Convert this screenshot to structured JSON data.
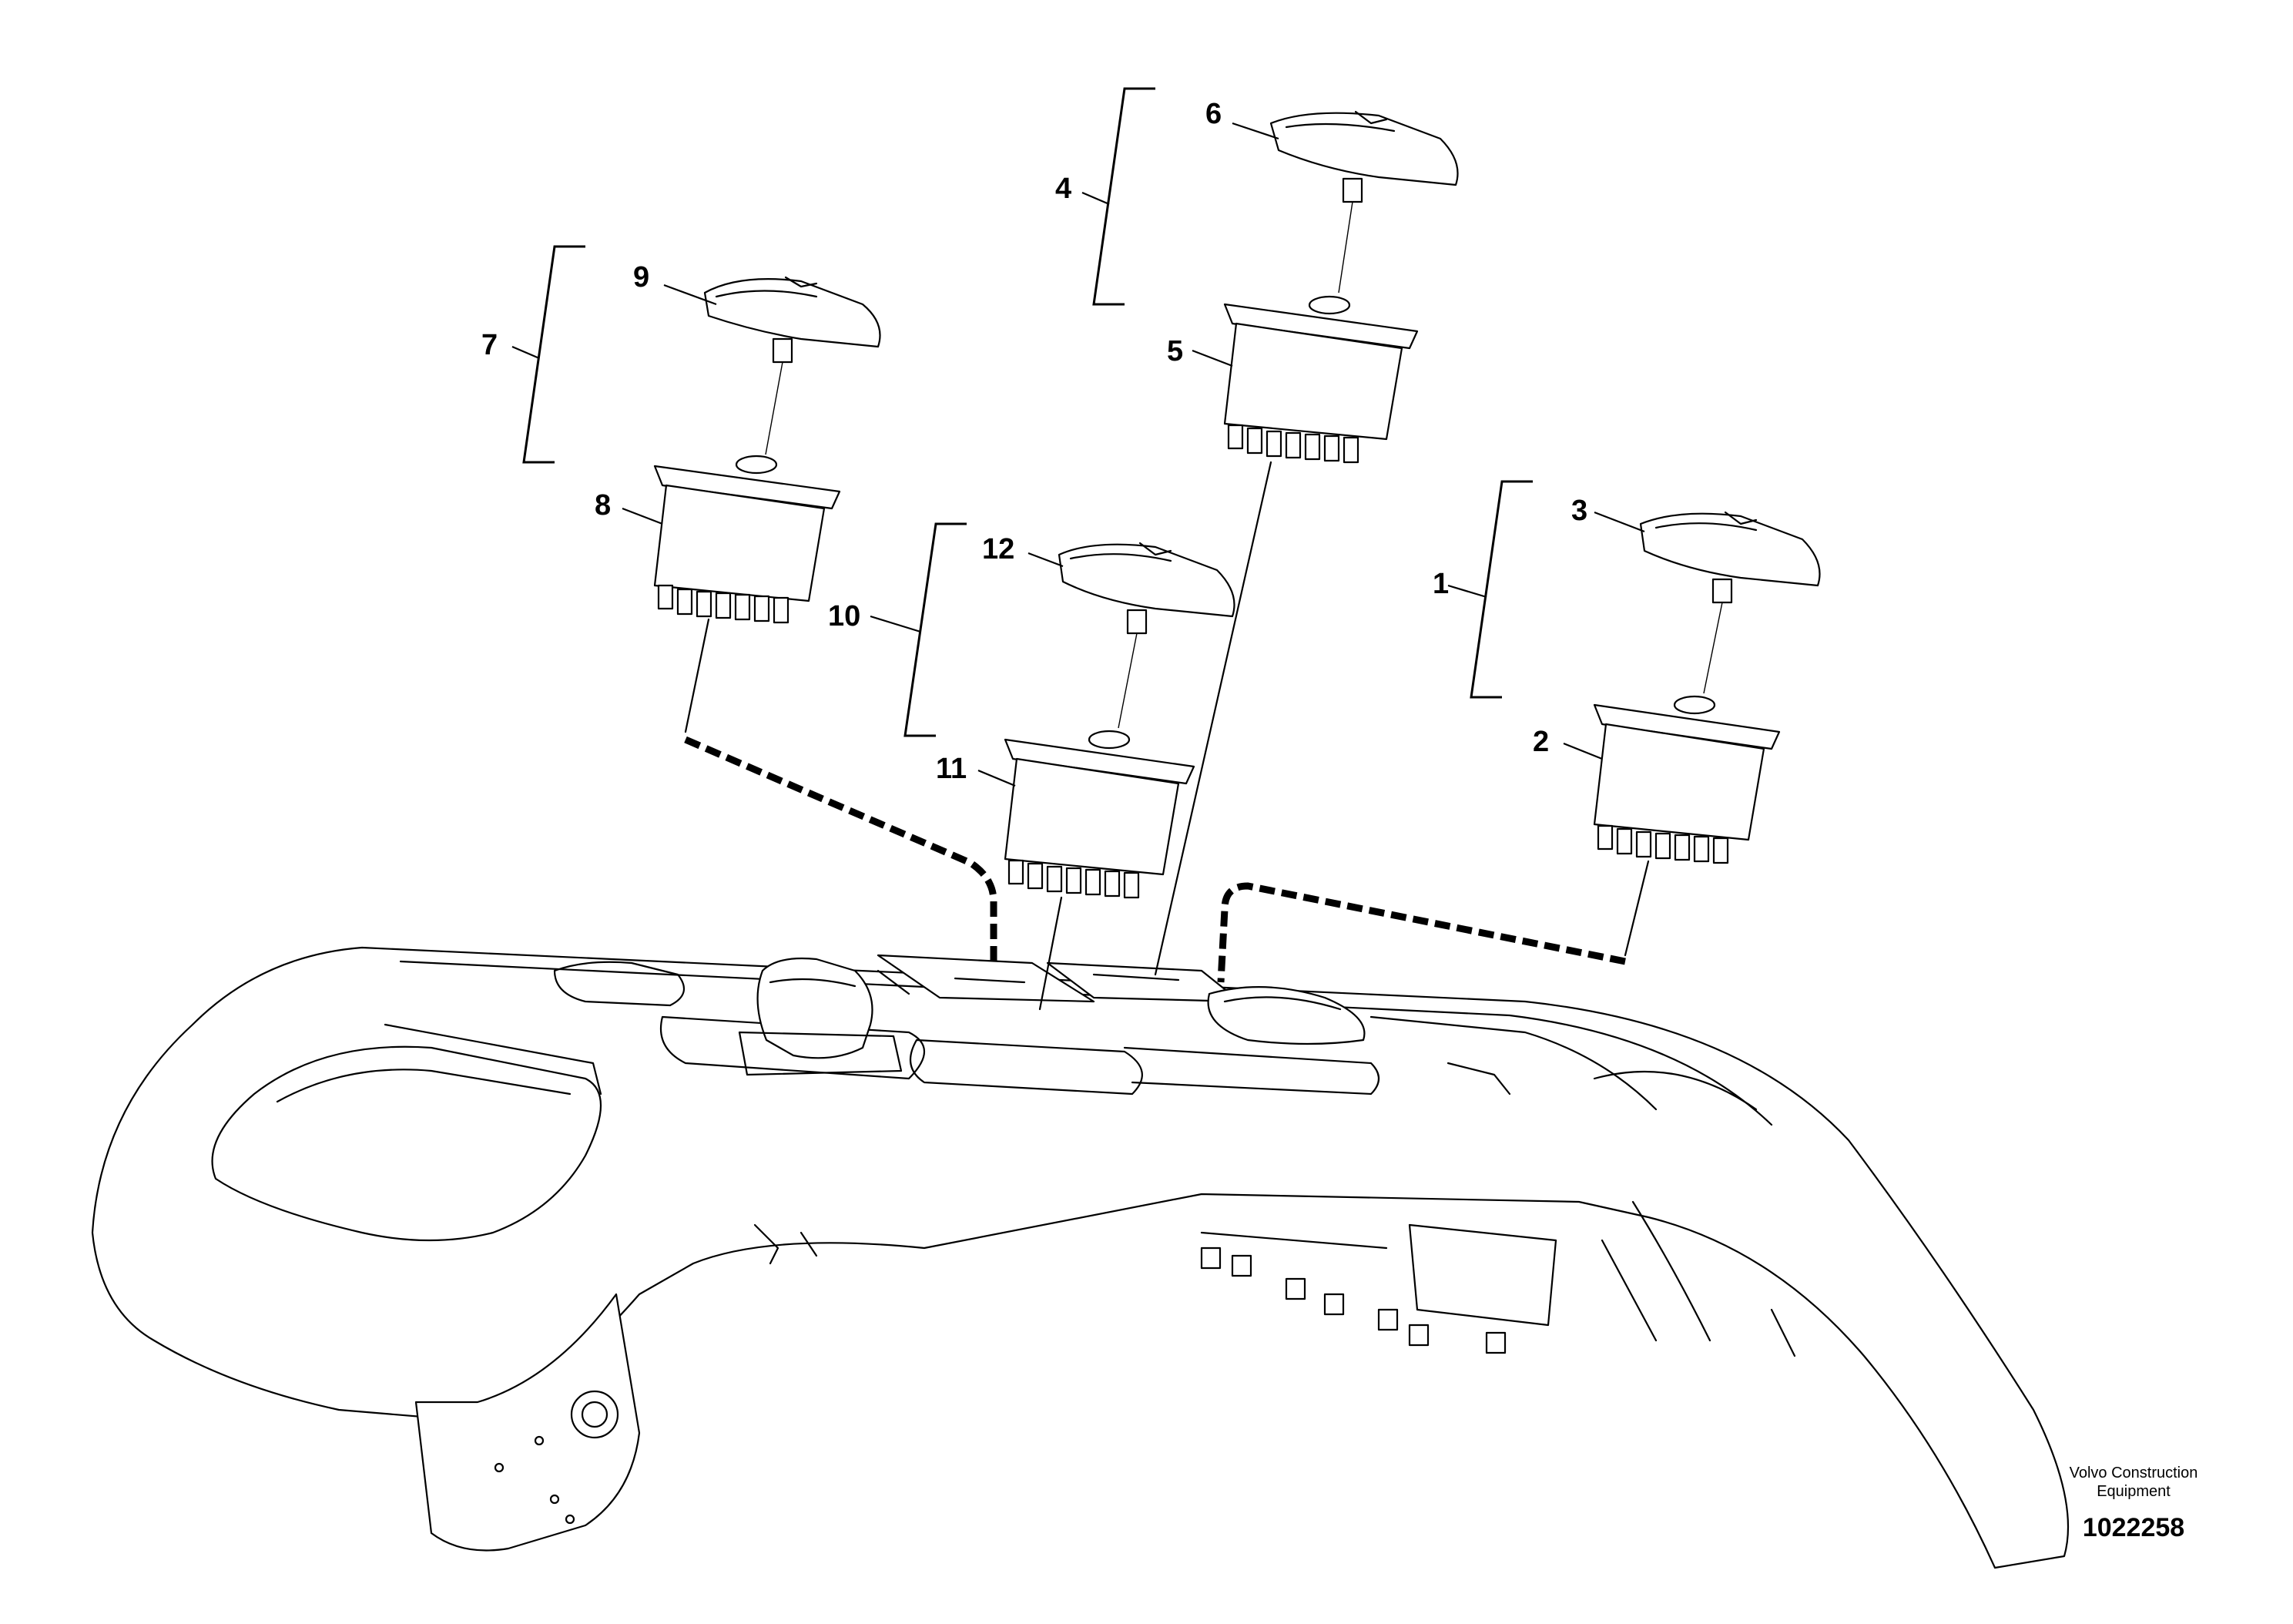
{
  "callouts": {
    "c1": "1",
    "c2": "2",
    "c3": "3",
    "c4": "4",
    "c5": "5",
    "c6": "6",
    "c7": "7",
    "c8": "8",
    "c9": "9",
    "c10": "10",
    "c11": "11",
    "c12": "12"
  },
  "credit": {
    "line1": "Volvo Construction",
    "line2": "Equipment",
    "doc_number": "1022258"
  }
}
